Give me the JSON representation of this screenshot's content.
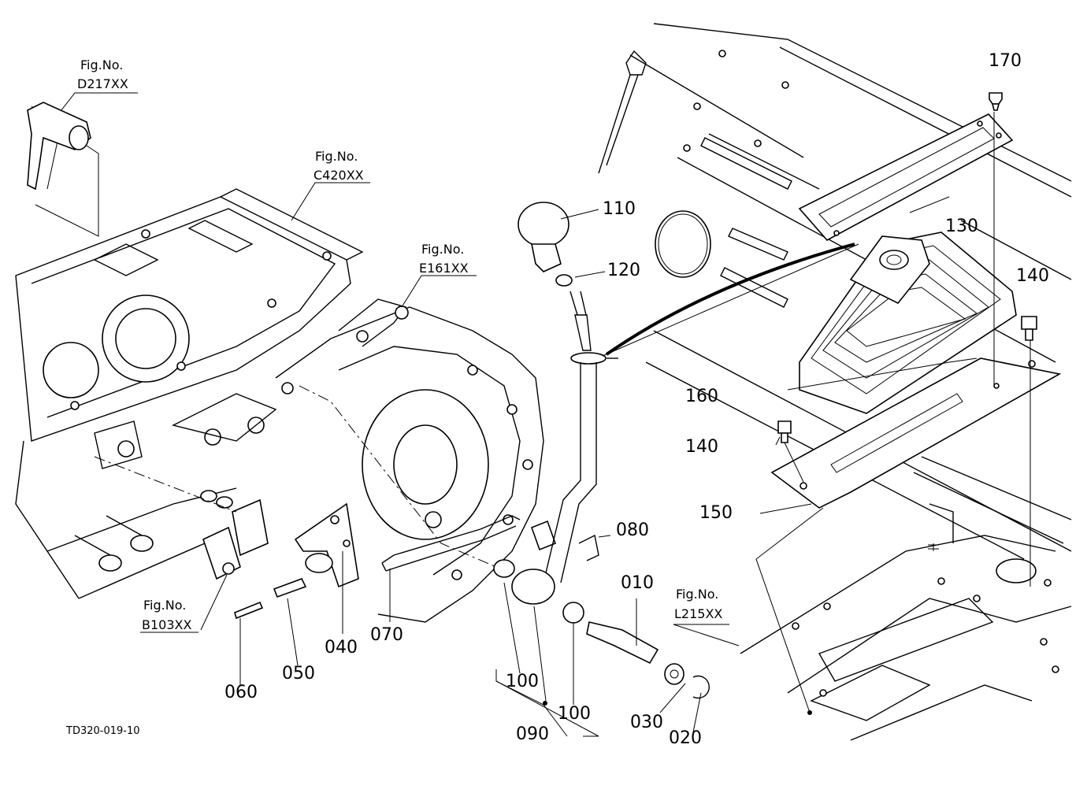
{
  "diagram_code": "TD320-019-10",
  "references": [
    {
      "prefix": "Fig.No.",
      "code": "D217XX"
    },
    {
      "prefix": "Fig.No.",
      "code": "C420XX"
    },
    {
      "prefix": "Fig.No.",
      "code": "E161XX"
    },
    {
      "prefix": "Fig.No.",
      "code": "B103XX"
    },
    {
      "prefix": "Fig.No.",
      "code": "L215XX"
    }
  ],
  "callouts": [
    "170",
    "110",
    "130",
    "120",
    "140",
    "160",
    "140",
    "150",
    "080",
    "010",
    "070",
    "040",
    "050",
    "060",
    "100",
    "100",
    "090",
    "030",
    "020"
  ]
}
